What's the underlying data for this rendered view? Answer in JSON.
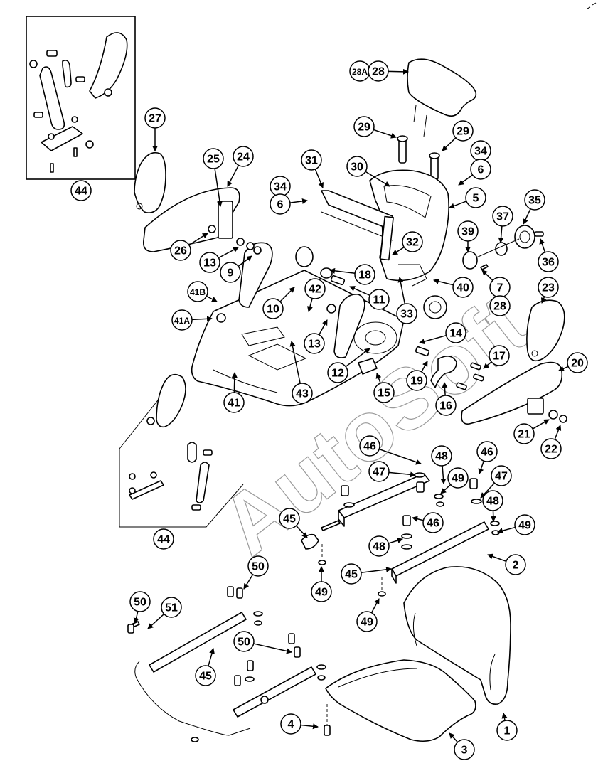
{
  "title": "Seat assembly exploded parts diagram",
  "watermark": "AutoSoft",
  "callouts": [
    {
      "id": "c44a",
      "label": "44"
    },
    {
      "id": "c27",
      "label": "27"
    },
    {
      "id": "c25",
      "label": "25"
    },
    {
      "id": "c24",
      "label": "24"
    },
    {
      "id": "c26",
      "label": "26"
    },
    {
      "id": "c28a",
      "label": "28A"
    },
    {
      "id": "c28",
      "label": "28"
    },
    {
      "id": "c29a",
      "label": "29"
    },
    {
      "id": "c29b",
      "label": "29"
    },
    {
      "id": "c34a",
      "label": "34"
    },
    {
      "id": "c6a",
      "label": "6"
    },
    {
      "id": "c31",
      "label": "31"
    },
    {
      "id": "c30",
      "label": "30"
    },
    {
      "id": "c34b",
      "label": "34"
    },
    {
      "id": "c6b",
      "label": "6"
    },
    {
      "id": "c5",
      "label": "5"
    },
    {
      "id": "c35",
      "label": "35"
    },
    {
      "id": "c37",
      "label": "37"
    },
    {
      "id": "c39",
      "label": "39"
    },
    {
      "id": "c36",
      "label": "36"
    },
    {
      "id": "c7",
      "label": "7"
    },
    {
      "id": "c28b",
      "label": "28"
    },
    {
      "id": "c13a",
      "label": "13"
    },
    {
      "id": "c9",
      "label": "9"
    },
    {
      "id": "c32",
      "label": "32"
    },
    {
      "id": "c18",
      "label": "18"
    },
    {
      "id": "c11",
      "label": "11"
    },
    {
      "id": "c40",
      "label": "40"
    },
    {
      "id": "c33",
      "label": "33"
    },
    {
      "id": "c41b",
      "label": "41B"
    },
    {
      "id": "c10",
      "label": "10"
    },
    {
      "id": "c42",
      "label": "42"
    },
    {
      "id": "c41a",
      "label": "41A"
    },
    {
      "id": "c13b",
      "label": "13"
    },
    {
      "id": "c14",
      "label": "14"
    },
    {
      "id": "c23",
      "label": "23"
    },
    {
      "id": "c17",
      "label": "17"
    },
    {
      "id": "c19",
      "label": "19"
    },
    {
      "id": "c12",
      "label": "12"
    },
    {
      "id": "c15",
      "label": "15"
    },
    {
      "id": "c16",
      "label": "16"
    },
    {
      "id": "c20",
      "label": "20"
    },
    {
      "id": "c41",
      "label": "41"
    },
    {
      "id": "c43",
      "label": "43"
    },
    {
      "id": "c21",
      "label": "21"
    },
    {
      "id": "c22",
      "label": "22"
    },
    {
      "id": "c46a",
      "label": "46"
    },
    {
      "id": "c47a",
      "label": "47"
    },
    {
      "id": "c48a",
      "label": "48"
    },
    {
      "id": "c49a",
      "label": "49"
    },
    {
      "id": "c46b",
      "label": "46"
    },
    {
      "id": "c47b",
      "label": "47"
    },
    {
      "id": "c46c",
      "label": "46"
    },
    {
      "id": "c48b",
      "label": "48"
    },
    {
      "id": "c49b",
      "label": "49"
    },
    {
      "id": "c45a",
      "label": "45"
    },
    {
      "id": "c48c",
      "label": "48"
    },
    {
      "id": "c44b",
      "label": "44"
    },
    {
      "id": "c45b",
      "label": "45"
    },
    {
      "id": "c2",
      "label": "2"
    },
    {
      "id": "c49c",
      "label": "49"
    },
    {
      "id": "c49d",
      "label": "49"
    },
    {
      "id": "c50a",
      "label": "50"
    },
    {
      "id": "c50b",
      "label": "50"
    },
    {
      "id": "c51",
      "label": "51"
    },
    {
      "id": "c50c",
      "label": "50"
    },
    {
      "id": "c45c",
      "label": "45"
    },
    {
      "id": "c4",
      "label": "4"
    },
    {
      "id": "c1",
      "label": "1"
    },
    {
      "id": "c3",
      "label": "3"
    }
  ]
}
